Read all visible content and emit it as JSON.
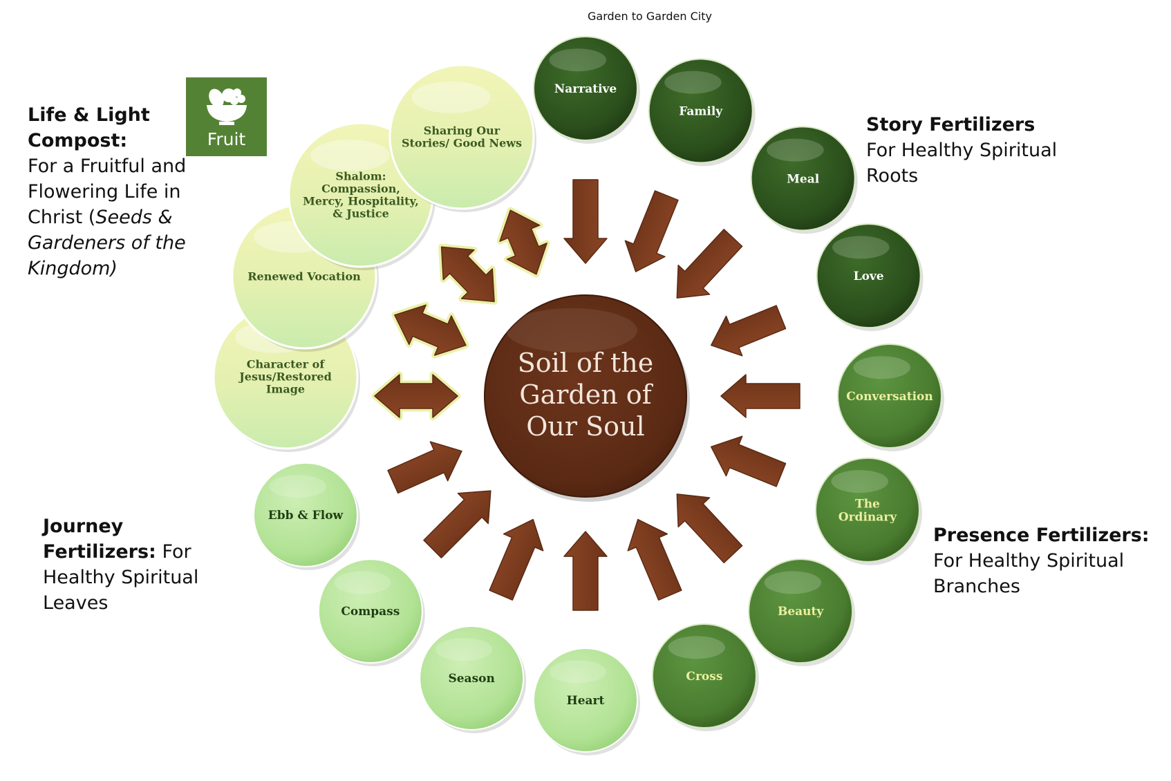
{
  "header": {
    "title": "Garden to Garden City"
  },
  "center": {
    "lines": [
      "Soil of the",
      "Garden of",
      "Our Soul"
    ]
  },
  "panels": {
    "life": {
      "title_line1": "Life & Light",
      "title_line2": "Compost:",
      "body_line1": "For a Fruitful and",
      "body_line2": "Flowering Life in",
      "body_line3_plain": "Christ (",
      "body_line3_italic": "Seeds &",
      "body_line4_italic": "Gardeners of the",
      "body_line5_italic": "Kingdom)"
    },
    "story": {
      "title": "Story Fertilizers",
      "body_line1": "For Healthy Spiritual",
      "body_line2": "Roots"
    },
    "presence": {
      "title": "Presence Fertilizers:",
      "body_line1": "For Healthy Spiritual",
      "body_line2": "Branches"
    },
    "journey": {
      "title_line1": "Journey",
      "title_line2": "Fertilizers:",
      "body_inline": "For",
      "body_line3": "Healthy Spiritual",
      "body_line4": "Leaves"
    }
  },
  "fruit_badge": {
    "label": "Fruit",
    "icon": "fruit-bowl-icon"
  },
  "colors": {
    "dark_green": "#2f5320",
    "mid_green": "#4c7e30",
    "light_green": "#b4e496",
    "pale_yellow_green": "#e6f2b0",
    "brown": "#7a3b1f",
    "center_brown": "#5c2a15",
    "badge_green": "#548235"
  },
  "nodes": {
    "story": [
      {
        "label": [
          "Narrative"
        ]
      },
      {
        "label": [
          "Family"
        ]
      },
      {
        "label": [
          "Meal"
        ]
      },
      {
        "label": [
          "Love"
        ]
      }
    ],
    "presence": [
      {
        "label": [
          "Conversation"
        ]
      },
      {
        "label": [
          "The",
          "Ordinary"
        ]
      },
      {
        "label": [
          "Beauty"
        ]
      },
      {
        "label": [
          "Cross"
        ]
      }
    ],
    "journey": [
      {
        "label": [
          "Heart"
        ]
      },
      {
        "label": [
          "Season"
        ]
      },
      {
        "label": [
          "Compass"
        ]
      },
      {
        "label": [
          "Ebb & Flow"
        ]
      }
    ],
    "compost": [
      {
        "label": [
          "Character of",
          "Jesus/Restored",
          "Image"
        ]
      },
      {
        "label": [
          "Renewed Vocation"
        ]
      },
      {
        "label": [
          "Shalom:",
          "Compassion,",
          "Mercy, Hospitality,",
          "& Justice"
        ]
      },
      {
        "label": [
          "Sharing Our",
          "Stories/ Good News"
        ]
      }
    ]
  }
}
